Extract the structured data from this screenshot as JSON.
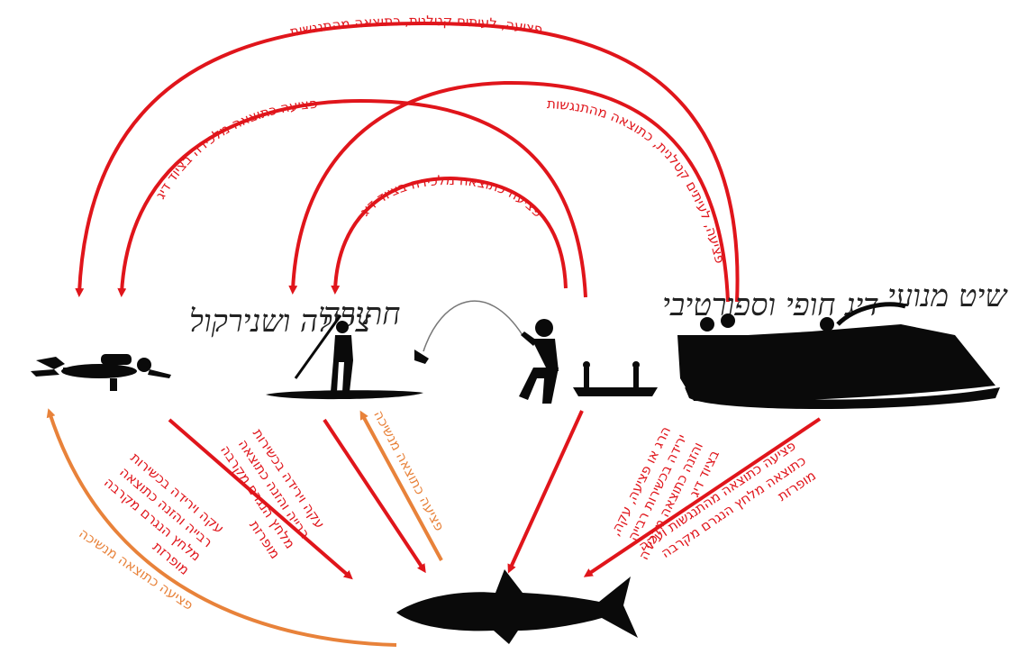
{
  "colors": {
    "red": "#e0151b",
    "orange": "#e8823a",
    "silhouette": "#0a0a0a"
  },
  "nodes": {
    "diving": "צלילה ושנירקול",
    "sup": "חתירה",
    "fishing": "דיג חופי וספורטיבי",
    "boating": "שיט מנועי"
  },
  "arcs": {
    "outer_top": "פציעה, לעיתים קטלנית, כתוצאה מהתנגשות",
    "left_arc": "פציעה כתוצאה מלכידה בציוד דיג",
    "right_arc": "פציעה, לעיתים קטלנית, כתוצאה מהתנגשות",
    "inner_arc": "פציעה כתוצאה מלכידה בציוד דיג"
  },
  "blocks": {
    "diving_to_shark": "עקה וירידה בכשירות\nרבייה והזנה כתוצאה\nמלחץ הנגרם מקרבה\nמופרזת",
    "sup_to_shark": "עקה וירידה בכשירות\nרבייה והזנה כתוצאה\nמלחץ הנגרם מקרבה\nמופרזת",
    "shark_to_sup": "פציעה כתוצאה מנשיכה",
    "fishing_to_shark": "הרג או פציעה, עקה,\nירידה בכשירות רבייה\nוהזנה כתוצאה מלכידה\nבציוד דיג",
    "boating_to_shark": "פציעה כתוצאה מהתנגשות ועקה\nכתוצאה מלחץ הנגרם מקרבה\nמופרזת",
    "shark_to_diving": "פציעה כתוצאה מנשיכה"
  }
}
